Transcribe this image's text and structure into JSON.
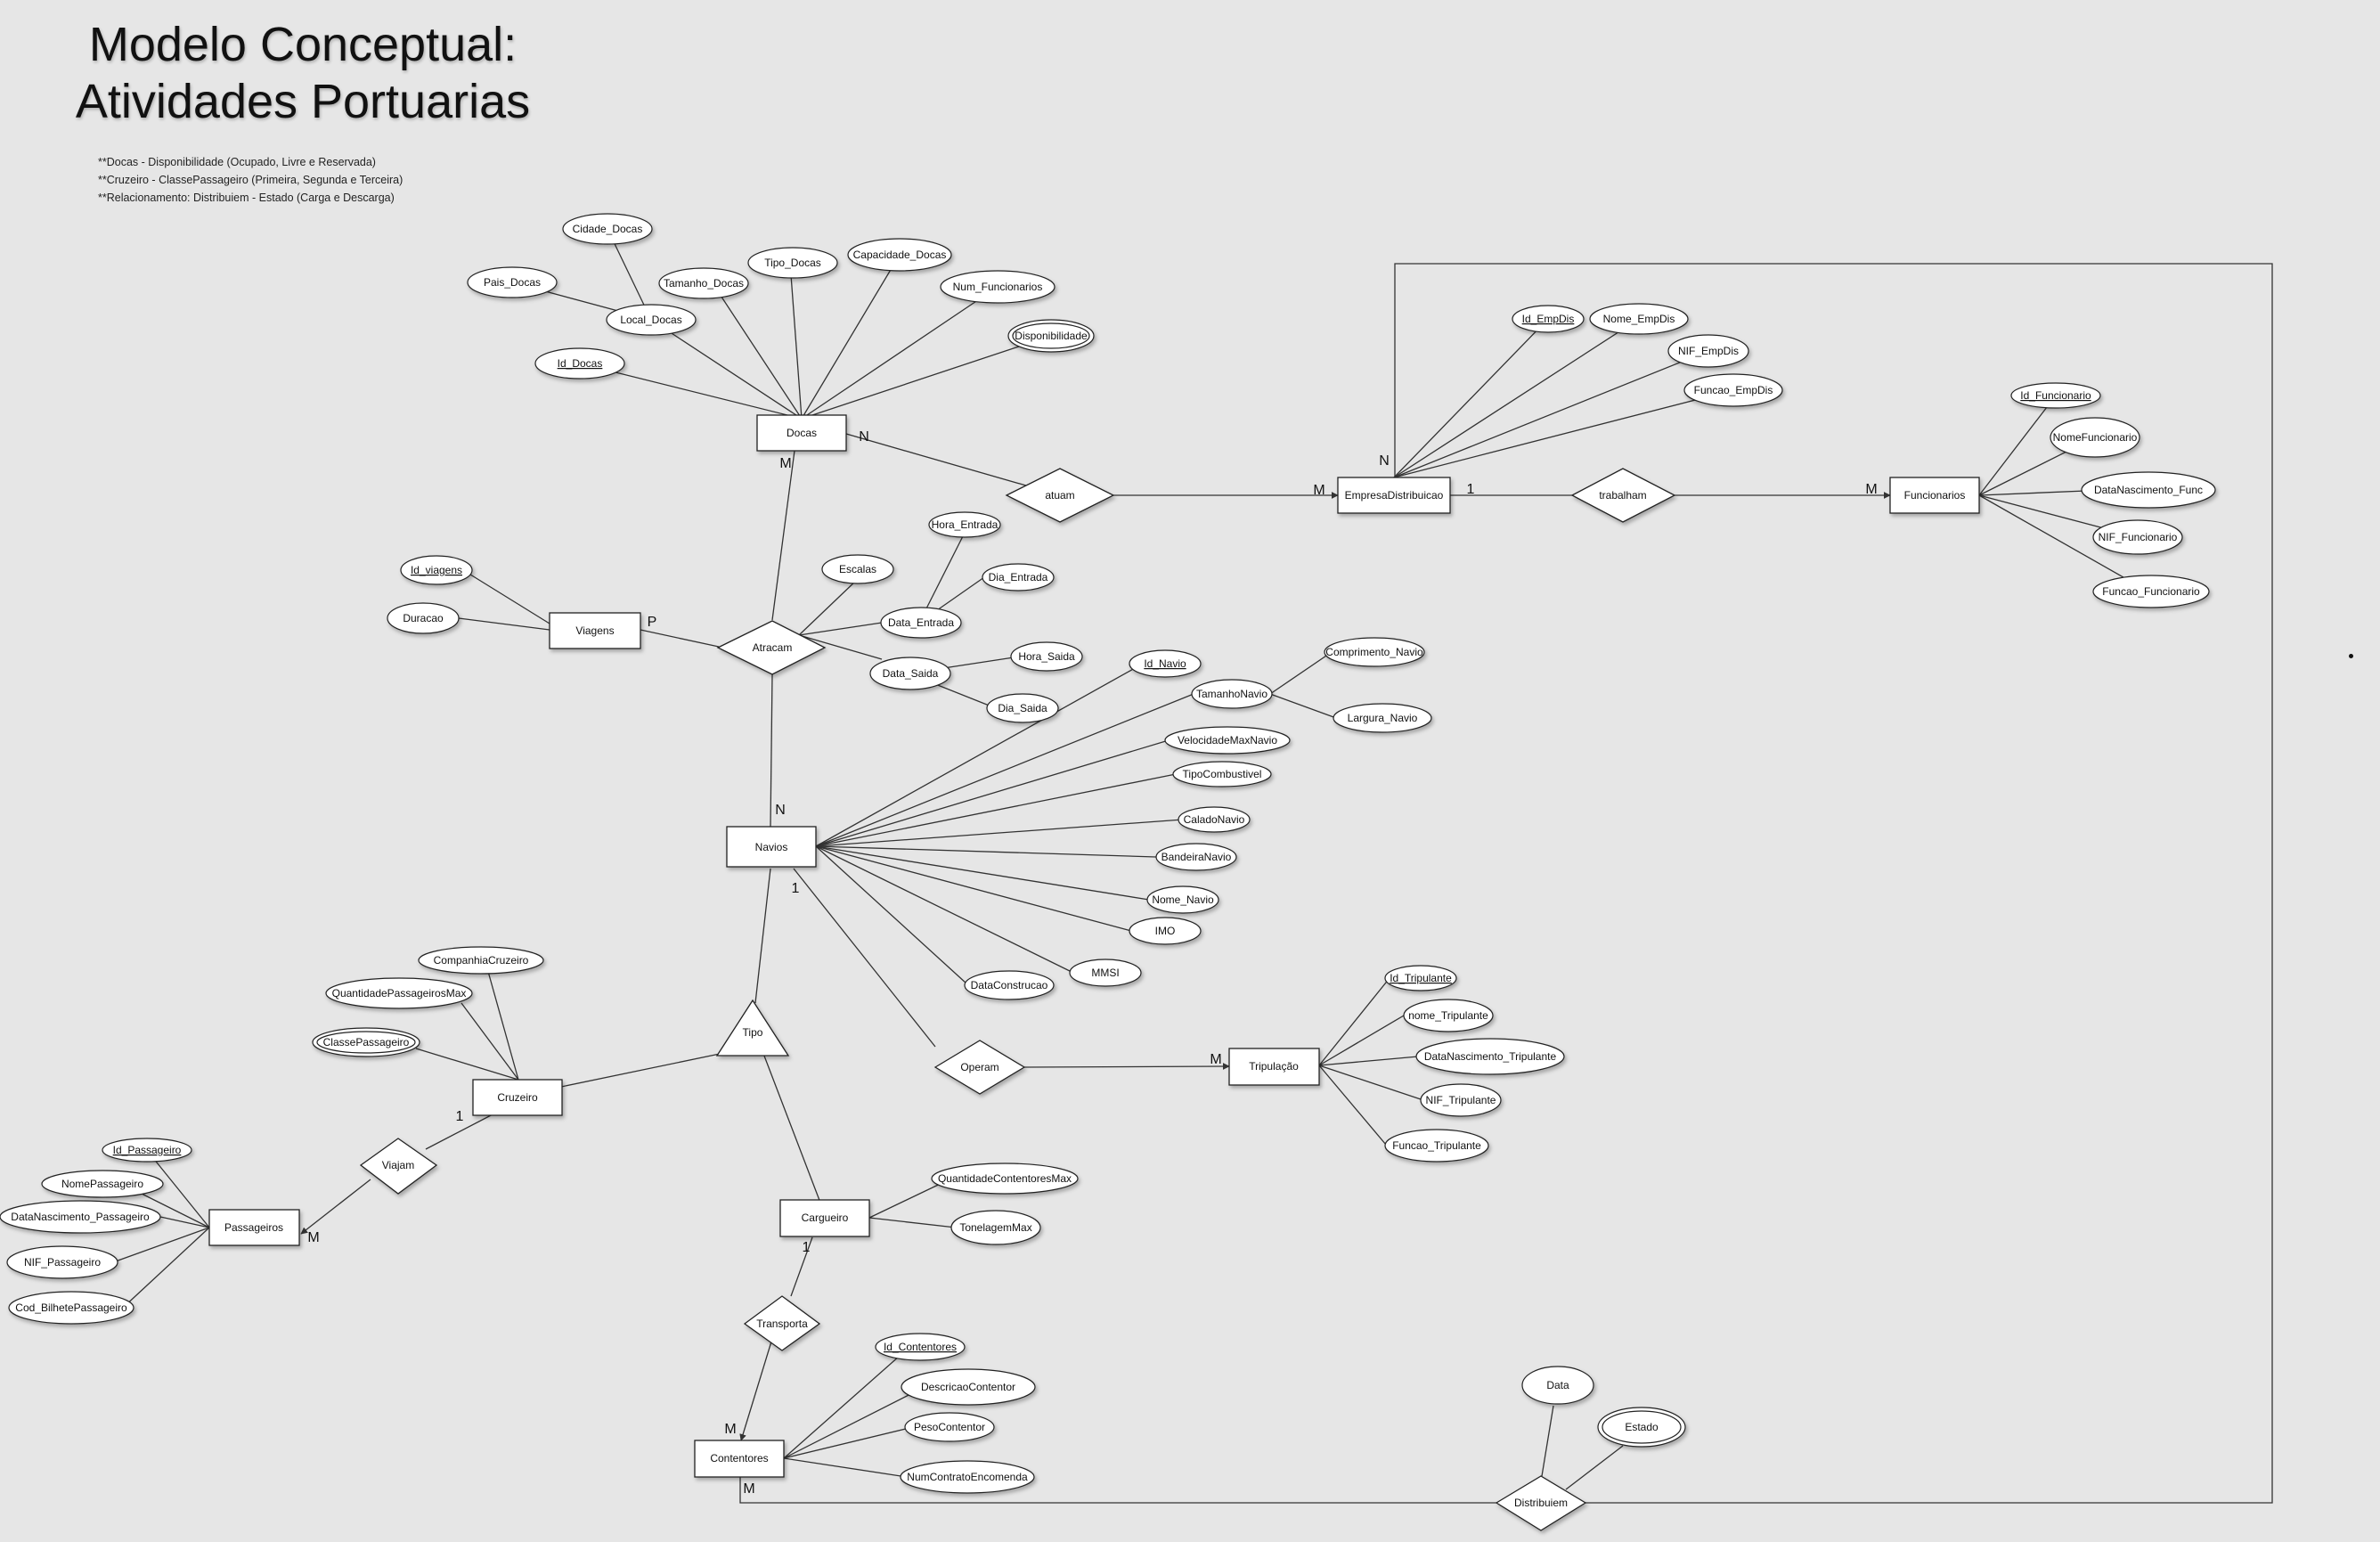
{
  "title": {
    "line1": "Modelo Conceptual:",
    "line2": "Atividades Portuarias"
  },
  "notes": [
    "**Docas - Disponibilidade (Ocupado, Livre e Reservada)",
    "**Cruzeiro - ClassePassageiro (Primeira, Segunda e Terceira)",
    "**Relacionamento: Distribuiem - Estado (Carga e Descarga)"
  ],
  "entities": {
    "docas": "Docas",
    "viagens": "Viagens",
    "navios": "Navios",
    "cruzeiro": "Cruzeiro",
    "passageiros": "Passageiros",
    "cargueiro": "Cargueiro",
    "contentores": "Contentores",
    "tripulacao": "Tripulação",
    "empresa": "EmpresaDistribuicao",
    "funcionarios": "Funcionarios"
  },
  "relationships": {
    "atuam": "atuam",
    "atracam": "Atracam",
    "trabalham": "trabalham",
    "operam": "Operam",
    "viajam": "Viajam",
    "transporta": "Transporta",
    "distribuiem": "Distribuiem",
    "tipo": "Tipo"
  },
  "attributes": {
    "cidade_docas": "Cidade_Docas",
    "pais_docas": "Pais_Docas",
    "local_docas": "Local_Docas",
    "tamanho_docas": "Tamanho_Docas",
    "tipo_docas": "Tipo_Docas",
    "capacidade_docas": "Capacidade_Docas",
    "num_funcionarios": "Num_Funcionarios",
    "disponibilidade": "Disponibilidade",
    "id_docas": "Id_Docas",
    "id_viagens": "Id_viagens",
    "duracao": "Duracao",
    "escalas": "Escalas",
    "hora_entrada": "Hora_Entrada",
    "dia_entrada": "Dia_Entrada",
    "data_entrada": "Data_Entrada",
    "data_saida": "Data_Saida",
    "hora_saida": "Hora_Saida",
    "dia_saida": "Dia_Saida",
    "id_navio": "Id_Navio",
    "comprimento_navio": "Comprimento_Navio",
    "tamanho_navio": "TamanhoNavio",
    "largura_navio": "Largura_Navio",
    "velocidade_max": "VelocidadeMaxNavio",
    "tipo_combustivel": "TipoCombustivel",
    "calado_navio": "CaladoNavio",
    "bandeira_navio": "BandeiraNavio",
    "nome_navio": "Nome_Navio",
    "imo": "IMO",
    "mmsi": "MMSI",
    "data_construcao": "DataConstrucao",
    "id_empdis": "Id_EmpDis",
    "nome_empdis": "Nome_EmpDis",
    "nif_empdis": "NIF_EmpDis",
    "funcao_empdis": "Funcao_EmpDis",
    "id_funcionario": "Id_Funcionario",
    "nome_funcionario": "NomeFuncionario",
    "datanasc_func": "DataNascimento_Func",
    "nif_funcionario": "NIF_Funcionario",
    "funcao_funcionario": "Funcao_Funcionario",
    "companhia_cruzeiro": "CompanhiaCruzeiro",
    "qtd_passageiros_max": "QuantidadePassageirosMax",
    "classe_passageiro": "ClassePassageiro",
    "id_passageiro": "Id_Passageiro",
    "nome_passageiro": "NomePassageiro",
    "datanasc_passageiro": "DataNascimento_Passageiro",
    "nif_passageiro": "NIF_Passageiro",
    "cod_bilhete": "Cod_BilhetePassageiro",
    "id_tripulante": "Id_Tripulante",
    "nome_tripulante": "nome_Tripulante",
    "datanasc_tripulante": "DataNascimento_Tripulante",
    "nif_tripulante": "NIF_Tripulante",
    "funcao_tripulante": "Funcao_Tripulante",
    "qtd_contentores_max": "QuantidadeContentoresMax",
    "tonelagem_max": "TonelagemMax",
    "id_contentores": "Id_Contentores",
    "descricao_contentor": "DescricaoContentor",
    "peso_contentor": "PesoContentor",
    "num_contrato": "NumContratoEncomenda",
    "data": "Data",
    "estado": "Estado"
  },
  "cardinalities": {
    "docas_atuam": "N",
    "empresa_atuam": "M",
    "empresa_top": "N",
    "empresa_trabalham": "1",
    "funcionarios_trabalham": "M",
    "docas_atracam": "M",
    "viagens_atracam": "P",
    "navios_atracam": "N",
    "navios_operam": "1",
    "tripulacao_operam": "M",
    "cruzeiro_viajam": "1",
    "passageiros_viajam": "M",
    "cargueiro_transporta": "1",
    "contentores_transporta": "M",
    "contentores_distribuiem": "M"
  }
}
